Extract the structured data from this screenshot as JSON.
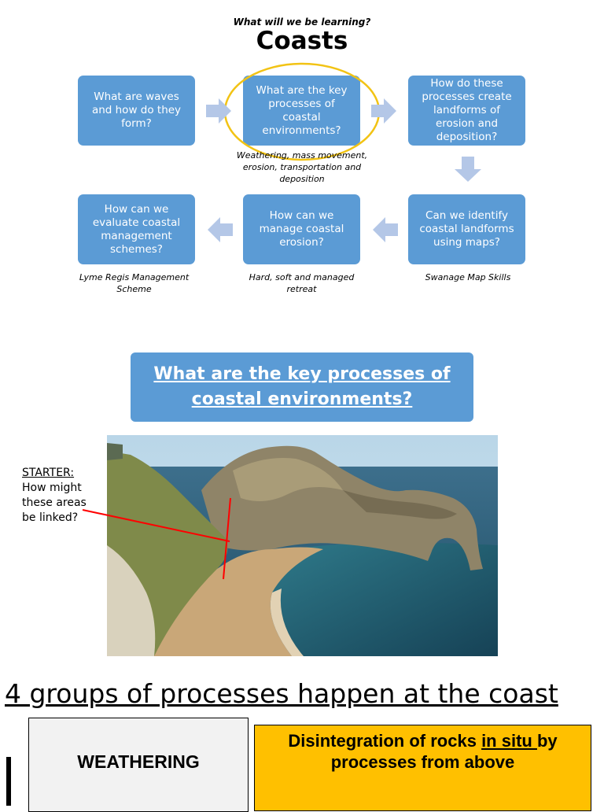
{
  "header": {
    "subtitle": "What will we be learning?",
    "title": "Coasts"
  },
  "flow": {
    "boxes": [
      "What are waves and how do they form?",
      "What are the key processes of coastal environments?",
      "How do these processes create landforms of erosion and deposition?",
      "Can we identify coastal landforms using maps?",
      "How can we manage coastal erosion?",
      "How can we evaluate coastal management schemes?"
    ],
    "notes": [
      "Weathering, mass movement, erosion, transportation and deposition",
      "Swanage Map Skills",
      "Hard, soft and managed retreat",
      "Lyme Regis Management Scheme"
    ],
    "colors": {
      "box": "#5b9bd5",
      "arrow": "#b4c7e7",
      "highlight_ring": "#f2c314"
    }
  },
  "banner": {
    "text": "What are the key processes of coastal environments?"
  },
  "starter": {
    "heading": "STARTER:",
    "question": "How might these areas be linked?"
  },
  "groups": {
    "heading": "4 groups of processes happen at the coast",
    "term": "WEATHERING",
    "definition_pre": "Disintegration of rocks ",
    "definition_underlined": "in situ ",
    "definition_post": "by processes from above",
    "colors": {
      "term_bg": "#f2f2f2",
      "definition_bg": "#ffc000"
    }
  }
}
